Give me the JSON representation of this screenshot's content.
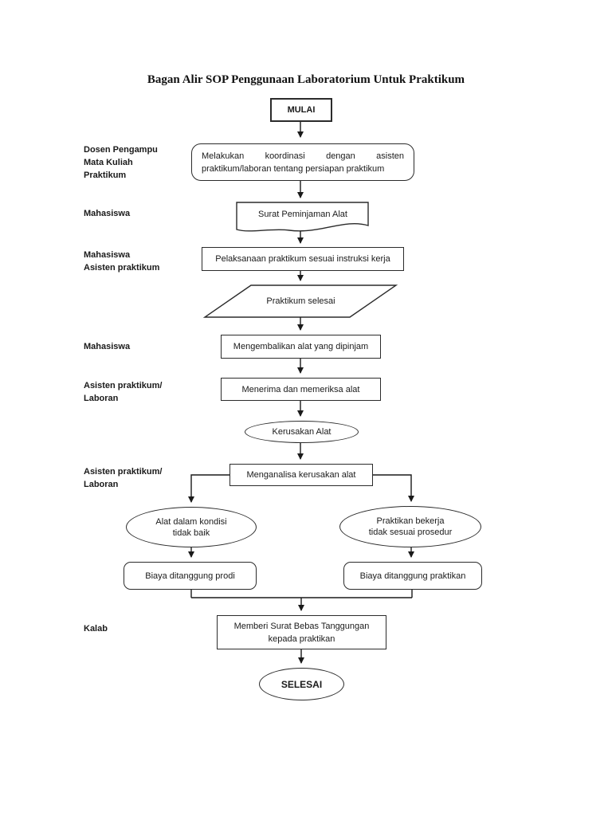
{
  "title": "Bagan Alir SOP Penggunaan Laboratorium Untuk Praktikum",
  "colors": {
    "stroke": "#2b2b2b",
    "text": "#1a1a1a",
    "background": "#ffffff"
  },
  "actors": [
    {
      "label": "Dosen Pengampu\nMata Kuliah\nPraktikum"
    },
    {
      "label": "Mahasiswa"
    },
    {
      "label": "Mahasiswa\nAsisten praktikum"
    },
    {
      "label": "Mahasiswa"
    },
    {
      "label": "Asisten praktikum/\nLaboran"
    },
    {
      "label": "Asisten praktikum/\nLaboran"
    },
    {
      "label": "Kalab"
    }
  ],
  "nodes": {
    "start": {
      "label": "MULAI",
      "shape": "rectangle"
    },
    "koordinasi": {
      "label": "Melakukan koordinasi dengan asisten praktikum/laboran tentang persiapan praktikum",
      "shape": "rounded-rectangle"
    },
    "surat_peminjaman": {
      "label": "Surat Peminjaman Alat",
      "shape": "document"
    },
    "pelaksanaan": {
      "label": "Pelaksanaan praktikum sesuai instruksi kerja",
      "shape": "rectangle"
    },
    "praktikum_selesai": {
      "label": "Praktikum selesai",
      "shape": "parallelogram"
    },
    "mengembalikan": {
      "label": "Mengembalikan alat yang dipinjam",
      "shape": "rectangle"
    },
    "menerima": {
      "label": "Menerima dan memeriksa alat",
      "shape": "rectangle"
    },
    "kerusakan_alat": {
      "label": "Kerusakan Alat",
      "shape": "ellipse"
    },
    "menganalisa": {
      "label": "Menganalisa kerusakan alat",
      "shape": "rectangle"
    },
    "alat_tidak_baik": {
      "label": "Alat dalam kondisi\ntidak baik",
      "shape": "ellipse"
    },
    "tidak_sesuai_prosedur": {
      "label": "Praktikan bekerja\ntidak sesuai prosedur",
      "shape": "ellipse"
    },
    "biaya_prodi": {
      "label": "Biaya ditanggung prodi",
      "shape": "rounded-rectangle"
    },
    "biaya_praktikan": {
      "label": "Biaya ditanggung praktikan",
      "shape": "rounded-rectangle"
    },
    "surat_bebas": {
      "label": "Memberi Surat Bebas Tanggungan\nkepada praktikan",
      "shape": "rectangle"
    },
    "end": {
      "label": "SELESAI",
      "shape": "ellipse"
    }
  },
  "edges": [
    {
      "from": "start",
      "to": "koordinasi"
    },
    {
      "from": "koordinasi",
      "to": "surat_peminjaman"
    },
    {
      "from": "surat_peminjaman",
      "to": "pelaksanaan"
    },
    {
      "from": "pelaksanaan",
      "to": "praktikum_selesai"
    },
    {
      "from": "praktikum_selesai",
      "to": "mengembalikan"
    },
    {
      "from": "mengembalikan",
      "to": "menerima"
    },
    {
      "from": "menerima",
      "to": "kerusakan_alat"
    },
    {
      "from": "kerusakan_alat",
      "to": "menganalisa"
    },
    {
      "from": "menganalisa",
      "to": "alat_tidak_baik"
    },
    {
      "from": "menganalisa",
      "to": "tidak_sesuai_prosedur"
    },
    {
      "from": "alat_tidak_baik",
      "to": "biaya_prodi"
    },
    {
      "from": "tidak_sesuai_prosedur",
      "to": "biaya_praktikan"
    },
    {
      "from": "biaya_prodi",
      "to": "surat_bebas"
    },
    {
      "from": "biaya_praktikan",
      "to": "surat_bebas"
    },
    {
      "from": "surat_bebas",
      "to": "end"
    }
  ]
}
